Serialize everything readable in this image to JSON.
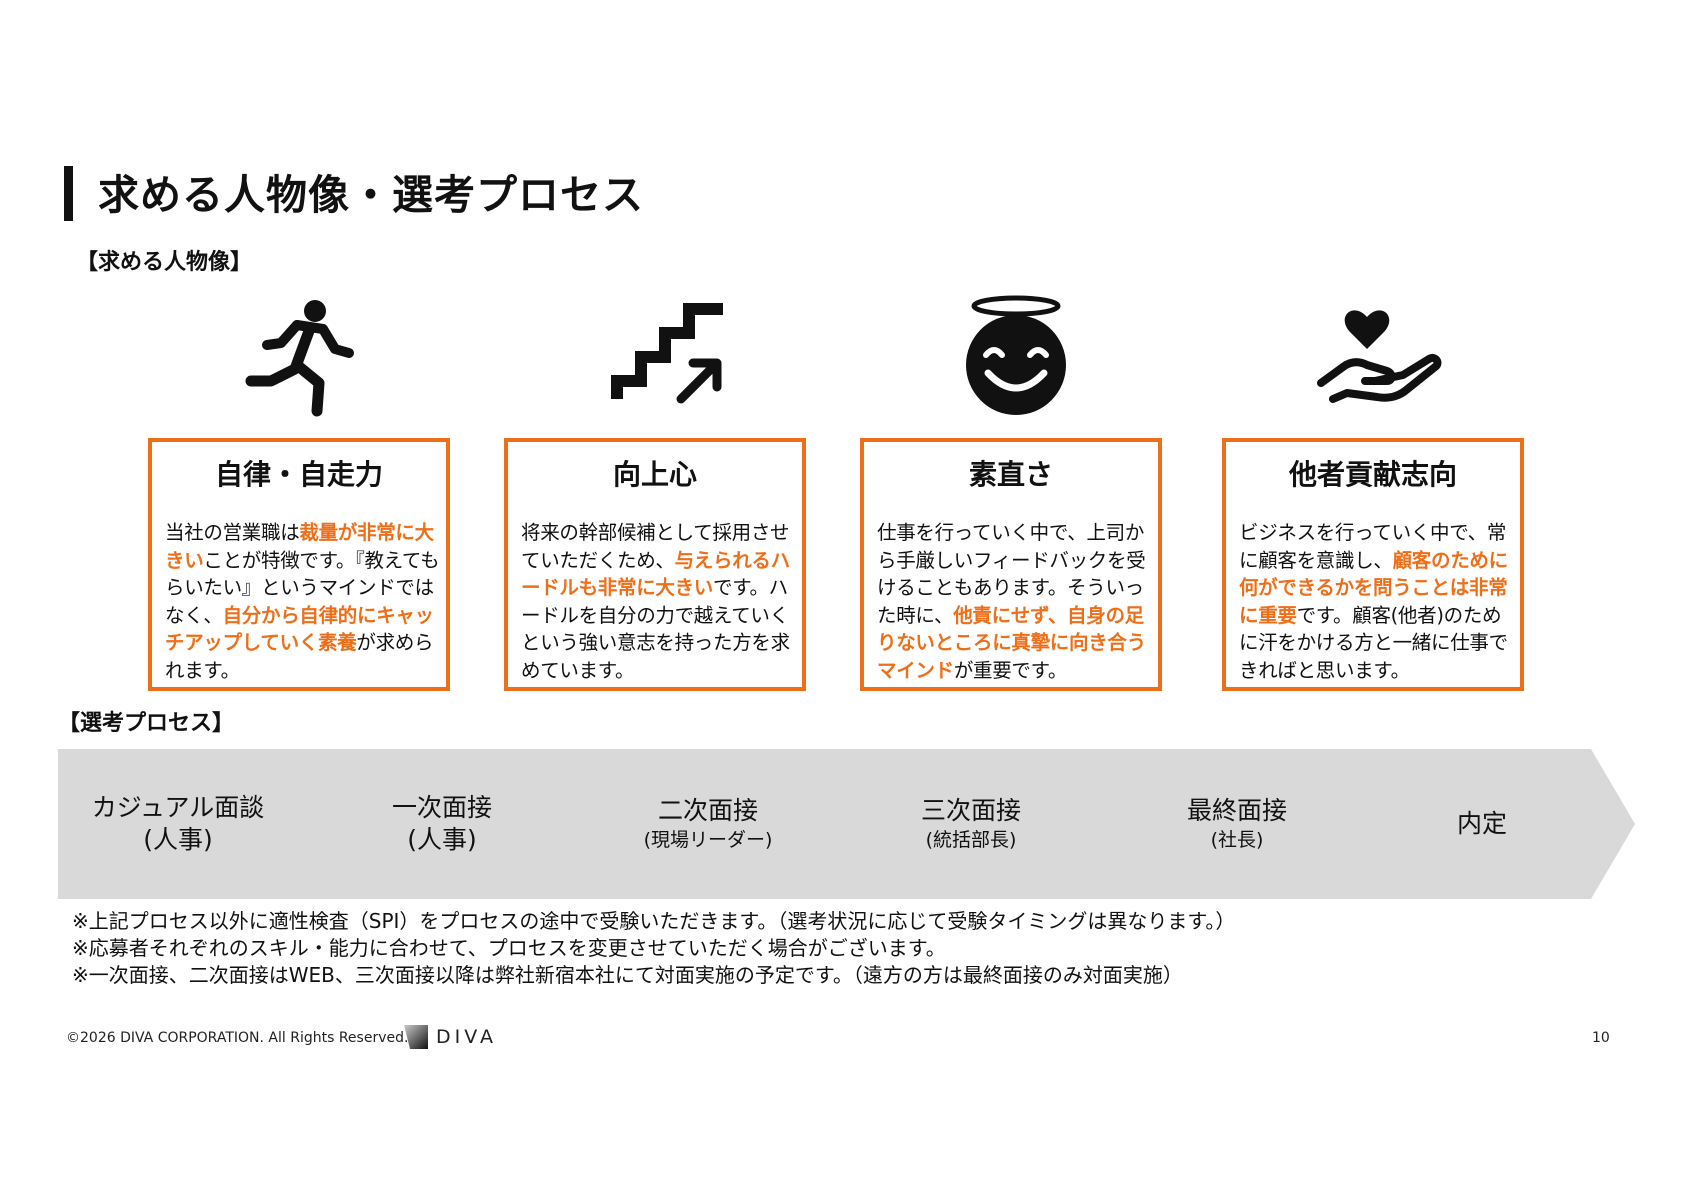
{
  "page": {
    "title": "求める人物像・選考プロセス",
    "page_number": "10"
  },
  "persona": {
    "label": "【求める人物像】",
    "cards": [
      {
        "icon": "running-person-icon",
        "title": "自律・自走力",
        "body": [
          {
            "t": "当社の営業職は",
            "hl": false
          },
          {
            "t": "裁量が非常に大きい",
            "hl": true
          },
          {
            "t": "ことが特徴です。『教えてもらいたい』というマインドではなく、",
            "hl": false
          },
          {
            "t": "自分から自律的にキャッチアップしていく素養",
            "hl": true
          },
          {
            "t": "が求められます。",
            "hl": false
          }
        ]
      },
      {
        "icon": "stairs-up-arrow-icon",
        "title": "向上心",
        "body": [
          {
            "t": "将来の幹部候補として採用させていただくため、",
            "hl": false
          },
          {
            "t": "与えられるハードルも非常に大きい",
            "hl": true
          },
          {
            "t": "です。ハードルを自分の力で越えていくという強い意志を持った方を求めています。",
            "hl": false
          }
        ]
      },
      {
        "icon": "smiling-face-halo-icon",
        "title": "素直さ",
        "body": [
          {
            "t": "仕事を行っていく中で、上司から手厳しいフィードバックを受けることもあります。そういった時に、",
            "hl": false
          },
          {
            "t": "他責にせず、自身の足りないところに真摯に向き合うマインド",
            "hl": true
          },
          {
            "t": "が重要です。",
            "hl": false
          }
        ]
      },
      {
        "icon": "hand-heart-icon",
        "title": "他者貢献志向",
        "body": [
          {
            "t": "ビジネスを行っていく中で、常に顧客を意識し、",
            "hl": false
          },
          {
            "t": "顧客のために何ができるかを問うことは非常に重要",
            "hl": true
          },
          {
            "t": "です。顧客(他者)のために汗をかける方と一緒に仕事できればと思います。",
            "hl": false
          }
        ]
      }
    ]
  },
  "process": {
    "label": "【選考プロセス】",
    "steps": [
      {
        "main": "カジュアル面談",
        "sub": "(人事)",
        "sub_size": "big"
      },
      {
        "main": "一次面接",
        "sub": "(人事)",
        "sub_size": "big"
      },
      {
        "main": "二次面接",
        "sub": "(現場リーダー)",
        "sub_size": "small"
      },
      {
        "main": "三次面接",
        "sub": "(統括部長)",
        "sub_size": "small"
      },
      {
        "main": "最終面接",
        "sub": "(社長)",
        "sub_size": "small"
      },
      {
        "main": "内定",
        "sub": "",
        "sub_size": "small"
      }
    ],
    "notes": [
      "※上記プロセス以外に適性検査（SPI）をプロセスの途中で受験いただきます。（選考状況に応じて受験タイミングは異なります。）",
      "※応募者それぞれのスキル・能力に合わせて、プロセスを変更させていただく場合がございます。",
      "※一次面接、二次面接はWEB、三次面接以降は弊社新宿本社にて対面実施の予定です。（遠方の方は最終面接のみ対面実施）"
    ]
  },
  "footer": {
    "copyright": "©2026 DIVA CORPORATION. All Rights Reserved.",
    "brand": "DIVA"
  },
  "colors": {
    "accent": "#ee6f1a",
    "text": "#111111",
    "chevron": "#d9d9d9"
  }
}
